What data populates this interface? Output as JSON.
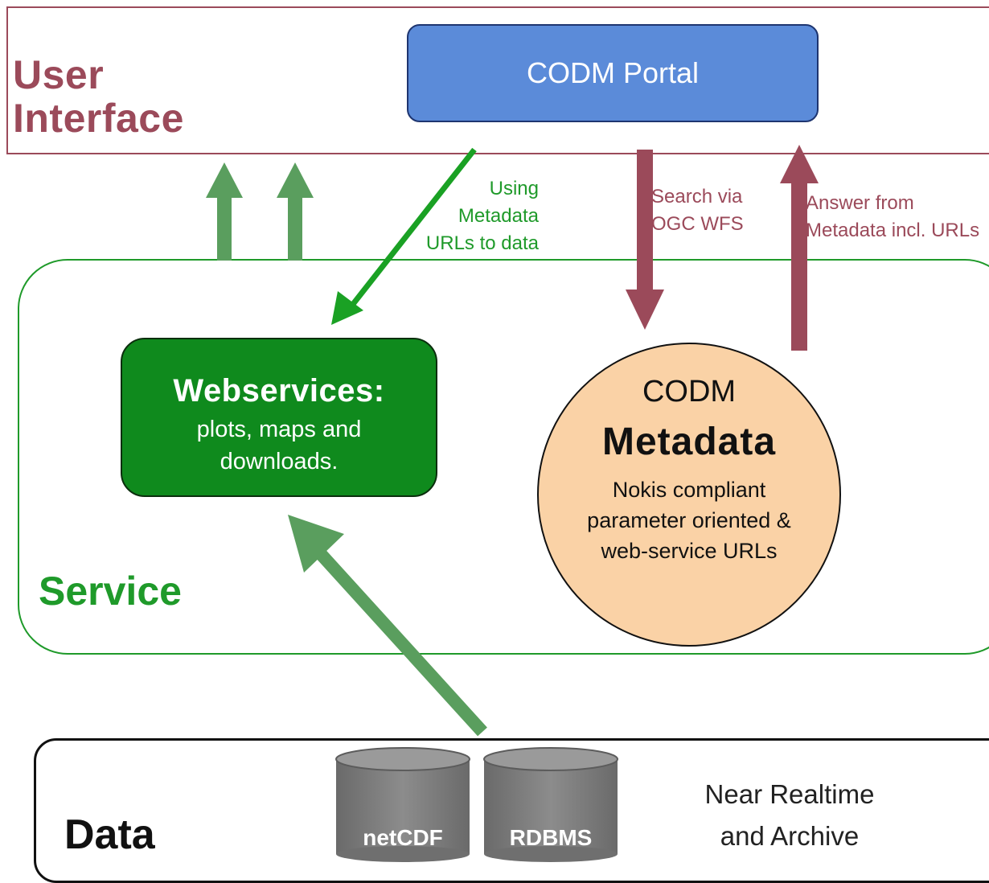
{
  "user_interface": {
    "title_line1": "User",
    "title_line2": "Interface",
    "portal_label": "CODM Portal"
  },
  "service": {
    "title": "Service",
    "webservices_title": "Webservices:",
    "webservices_line1": "plots, maps and",
    "webservices_line2": "downloads."
  },
  "metadata": {
    "line1": "CODM",
    "line2": "Metadata",
    "line3": "Nokis compliant",
    "line4": "parameter oriented &",
    "line5": "web-service URLs"
  },
  "arrows": {
    "using_line1": "Using",
    "using_line2": "Metadata",
    "using_line3": "URLs to data",
    "search_line1": "Search via",
    "search_line2": "OGC WFS",
    "answer_line1": "Answer from",
    "answer_line2": "Metadata incl. URLs"
  },
  "data": {
    "title": "Data",
    "db1": "netCDF",
    "db2": "RDBMS",
    "archive_line1": "Near Realtime",
    "archive_line2": "and Archive"
  },
  "colors": {
    "ui_red": "#9b4a5a",
    "service_green": "#1f9a2a",
    "portal_blue": "#5b8bd9",
    "metadata_fill": "#fad2a6",
    "db_gray": "#7a7a7a"
  }
}
